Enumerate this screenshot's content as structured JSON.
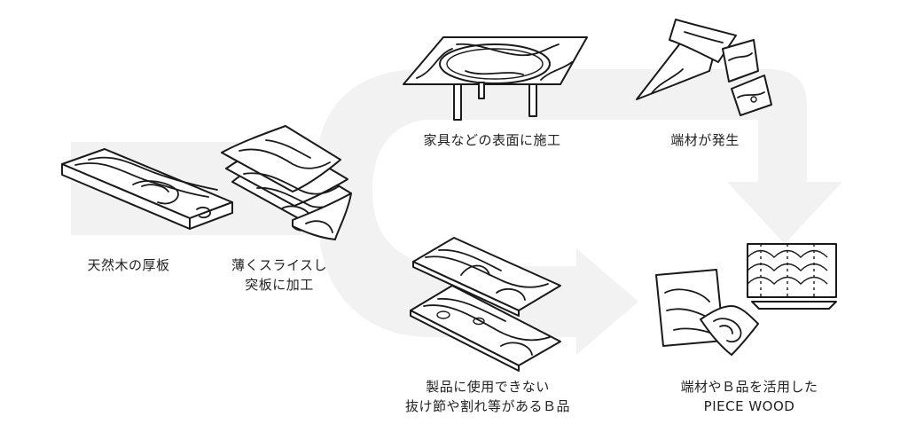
{
  "colors": {
    "background": "#ffffff",
    "flow_arrow": "#f2f2f2",
    "ink": "#1a1a1a",
    "text": "#222222"
  },
  "steps": [
    {
      "id": "solid-wood",
      "lines": [
        "天然木の厚板"
      ],
      "icon": "wood-plank-icon"
    },
    {
      "id": "veneer",
      "lines": [
        "薄くスライスし",
        "突板に加工"
      ],
      "icon": "veneer-sheets-icon"
    },
    {
      "id": "furniture",
      "lines": [
        "家具などの表面に施工"
      ],
      "icon": "table-icon"
    },
    {
      "id": "offcuts",
      "lines": [
        "端材が発生"
      ],
      "icon": "offcut-scraps-icon"
    },
    {
      "id": "b-grade",
      "lines": [
        "製品に使用できない",
        "抜け節や割れ等があるＢ品"
      ],
      "icon": "b-grade-boards-icon"
    },
    {
      "id": "piece-wood",
      "lines": [
        "端材やＢ品を活用した",
        "PIECE WOOD"
      ],
      "icon": "piece-wood-tiles-icon"
    }
  ]
}
